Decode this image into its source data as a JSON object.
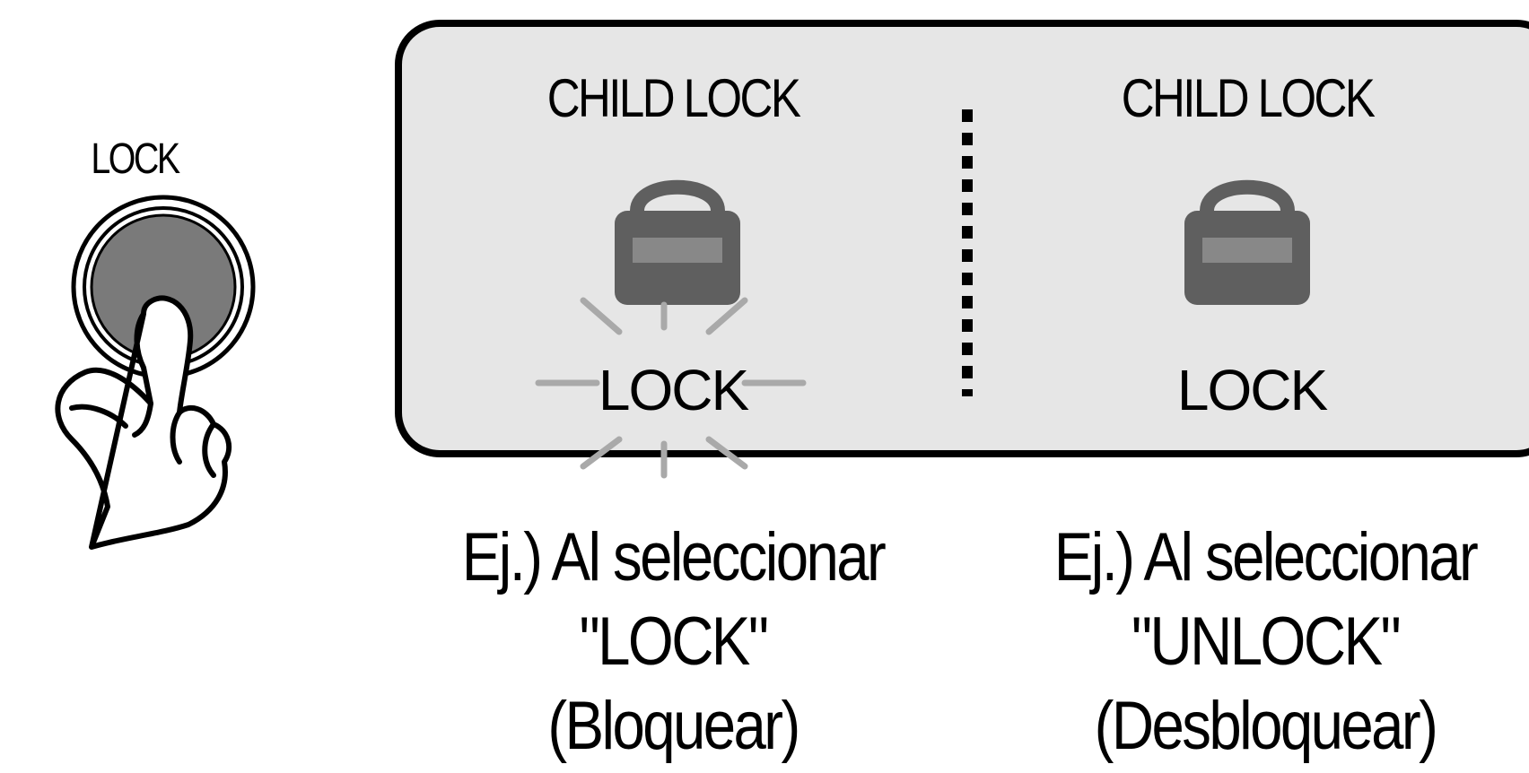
{
  "button": {
    "label": "LOCK"
  },
  "display": {
    "left": {
      "title": "CHILD LOCK",
      "lock_label": "LOCK",
      "state": "blinking"
    },
    "right": {
      "title": "CHILD LOCK",
      "lock_label": "LOCK",
      "state": "steady"
    }
  },
  "captions": {
    "left": {
      "line1": "Ej.) Al seleccionar",
      "line2": "\"LOCK\"",
      "line3": "(Bloquear)"
    },
    "right": {
      "line1": "Ej.) Al seleccionar",
      "line2": "\"UNLOCK\"",
      "line3": "(Desbloquear)"
    }
  },
  "colors": {
    "panel_fill": "#e6e6e6",
    "padlock_fill": "#5f5f5f",
    "button_fill": "#7a7a7a",
    "ray_color": "#a9a9a9"
  },
  "icons": {
    "button": "push-button-icon",
    "hand": "pointing-hand-icon",
    "padlock": "padlock-icon",
    "blink": "blink-rays-icon"
  }
}
